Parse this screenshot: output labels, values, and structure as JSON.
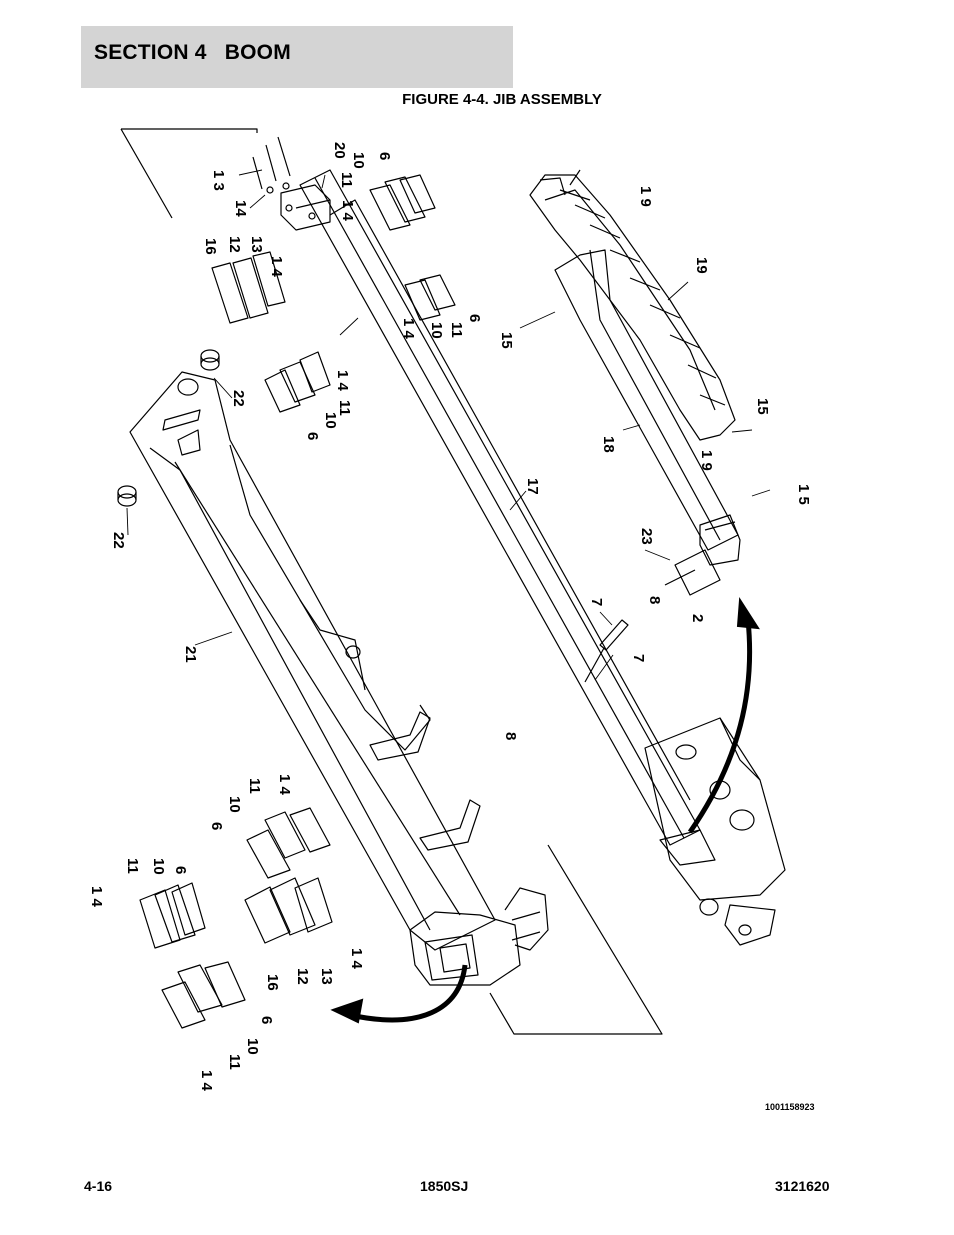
{
  "header": {
    "section": "SECTION 4   BOOM"
  },
  "figure": {
    "title": "FIGURE 4-4. JIB ASSEMBLY",
    "drawing_number": "1001158923",
    "callouts": {
      "c1": "1 3",
      "c2": "14",
      "c3": "20",
      "c4": "11",
      "c5": "10",
      "c6": "6",
      "c7": "1 4",
      "c8": "16",
      "c9": "12",
      "c10": "13",
      "c11": "1 4",
      "c12": "1 4",
      "c13": "10",
      "c14": "11",
      "c15": "6",
      "c16": "1 4",
      "c17": "11",
      "c18": "10",
      "c19": "6",
      "c20": "22",
      "c21": "22",
      "c22": "21",
      "c23": "17",
      "c24": "1 9",
      "c25": "19",
      "c26": "15",
      "c27": "15",
      "c28": "18",
      "c29": "1 9",
      "c30": "1 5",
      "c31": "23",
      "c32": "8",
      "c33": "2",
      "c34": "7",
      "c35": "7",
      "c36": "8",
      "c37": "1 4",
      "c38": "11",
      "c39": "10",
      "c40": "6",
      "c41": "1 4",
      "c42": "11",
      "c43": "10",
      "c44": "6",
      "c45": "16",
      "c46": "12",
      "c47": "13",
      "c48": "1 4",
      "c49": "1 4",
      "c50": "11",
      "c51": "10",
      "c52": "6"
    }
  },
  "footer": {
    "page": "4-16",
    "model": "1850SJ",
    "doc_number": "3121620"
  }
}
